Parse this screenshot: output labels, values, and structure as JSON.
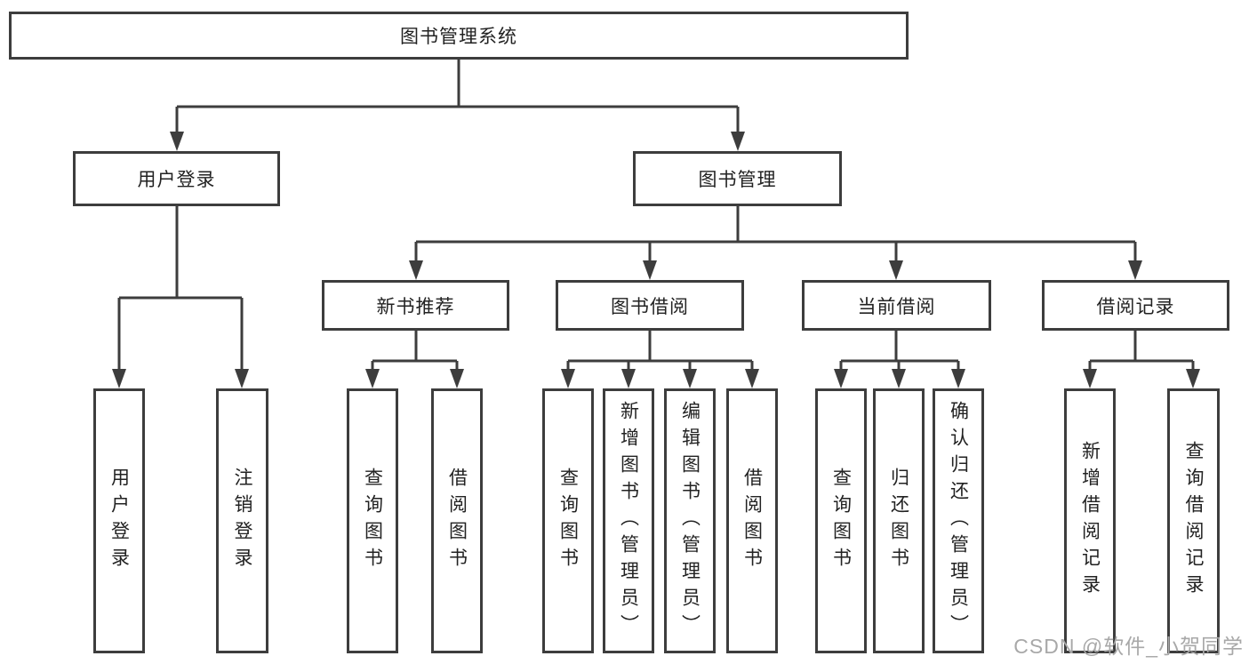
{
  "diagram_title": "图书管理系统",
  "nodes": {
    "root": {
      "label": "图书管理系统"
    },
    "user_login": {
      "label": "用户登录"
    },
    "book_mgmt": {
      "label": "图书管理"
    },
    "new_book": {
      "label": "新书推荐"
    },
    "book_borrow": {
      "label": "图书借阅"
    },
    "current_borrow": {
      "label": "当前借阅"
    },
    "borrow_record": {
      "label": "借阅记录"
    },
    "leaf_user_login": {
      "label": "用户登录"
    },
    "leaf_logout": {
      "label": "注销登录"
    },
    "leaf_nb_query": {
      "label": "查询图书"
    },
    "leaf_nb_borrow": {
      "label": "借阅图书"
    },
    "leaf_bb_query": {
      "label": "查询图书"
    },
    "leaf_bb_add": {
      "label": "新增图书（管理员）"
    },
    "leaf_bb_edit": {
      "label": "编辑图书（管理员）"
    },
    "leaf_bb_borrow": {
      "label": "借阅图书"
    },
    "leaf_cb_query": {
      "label": "查询图书"
    },
    "leaf_cb_return": {
      "label": "归还图书"
    },
    "leaf_cb_confirm": {
      "label": "确认归还（管理员）"
    },
    "leaf_br_add": {
      "label": "新增借阅记录"
    },
    "leaf_br_query": {
      "label": "查询借阅记录"
    }
  },
  "watermark": "CSDN @软件_小贺同学",
  "colors": {
    "line": "#3d3d3d",
    "text": "#222222",
    "watermark": "#a8a8a8",
    "background": "#ffffff"
  }
}
